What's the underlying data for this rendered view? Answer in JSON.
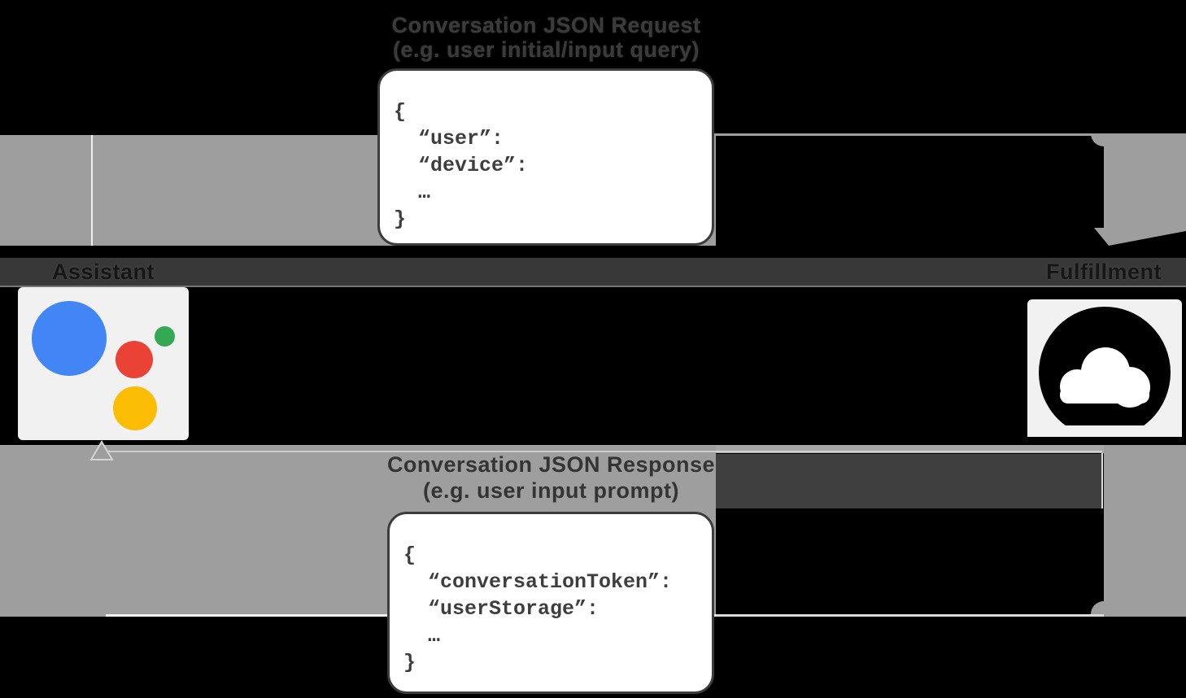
{
  "diagram": {
    "top_flow": {
      "label_line1": "Conversation JSON Request",
      "label_line2": "(e.g. user initial/input query)",
      "code": "{\n  “user”:\n  “device”:\n  …\n}"
    },
    "bottom_flow": {
      "label_line1": "Conversation JSON Response",
      "label_line2": "(e.g. user input prompt)",
      "code": "{\n  “conversationToken”:\n  “userStorage”:\n  …\n}"
    },
    "entities": {
      "assistant": {
        "label": "Assistant",
        "icon": "google-assistant-logo"
      },
      "fulfillment": {
        "label": "Fulfillment",
        "icon": "cloud-icon"
      }
    },
    "colors": {
      "background": "#000000",
      "arrow_gray": "#9e9e9e",
      "label_band_dark": "#383838",
      "card_bg": "#f1f1f1",
      "code_text": "#3e3e3e",
      "code_box_border": "#3c3c3c",
      "google_blue": "#4285f4",
      "google_red": "#ea4335",
      "google_green": "#34a853",
      "google_yellow": "#fbbc04",
      "cloud_icon": "#000000"
    }
  }
}
